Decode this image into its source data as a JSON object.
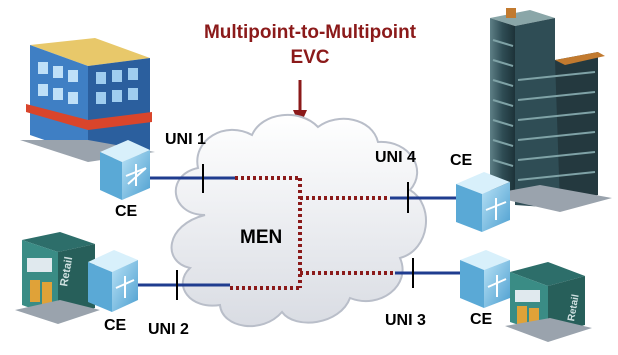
{
  "title": {
    "line1": "Multipoint-to-Multipoint",
    "line2": "EVC"
  },
  "network_label": "MEN",
  "ce_label": "CE",
  "uni_labels": {
    "uni1": "UNI 1",
    "uni2": "UNI 2",
    "uni3": "UNI 3",
    "uni4": "UNI 4"
  },
  "building_sign": "Retail",
  "colors": {
    "title": "#8b1a1a",
    "evc_dotted": "#8b1a1a",
    "uni_link": "#1f3c8f",
    "cloud": "#f4f5f7",
    "ce_device": "#7fc3e6"
  }
}
